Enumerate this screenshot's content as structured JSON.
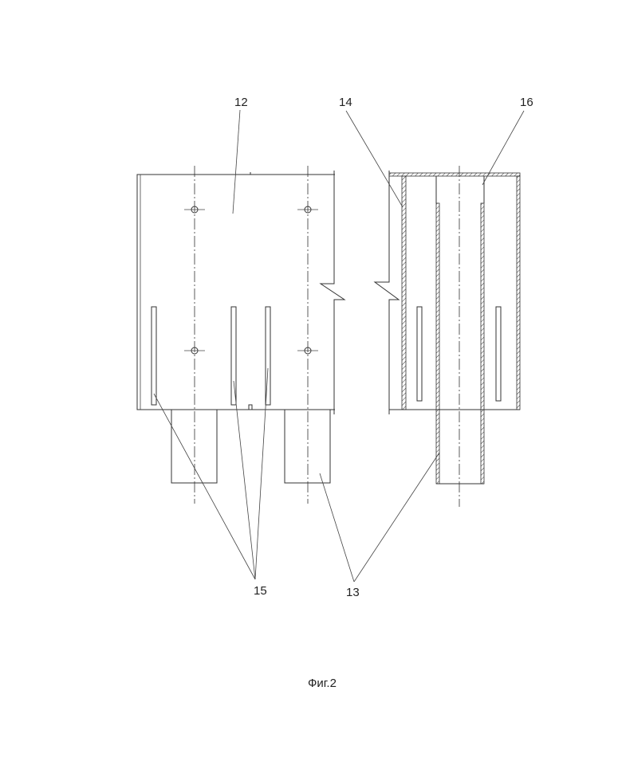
{
  "figure": {
    "caption": "Фиг.2",
    "labels": {
      "l12": "12",
      "l14": "14",
      "l16": "16",
      "l15": "15",
      "l13": "13"
    }
  }
}
